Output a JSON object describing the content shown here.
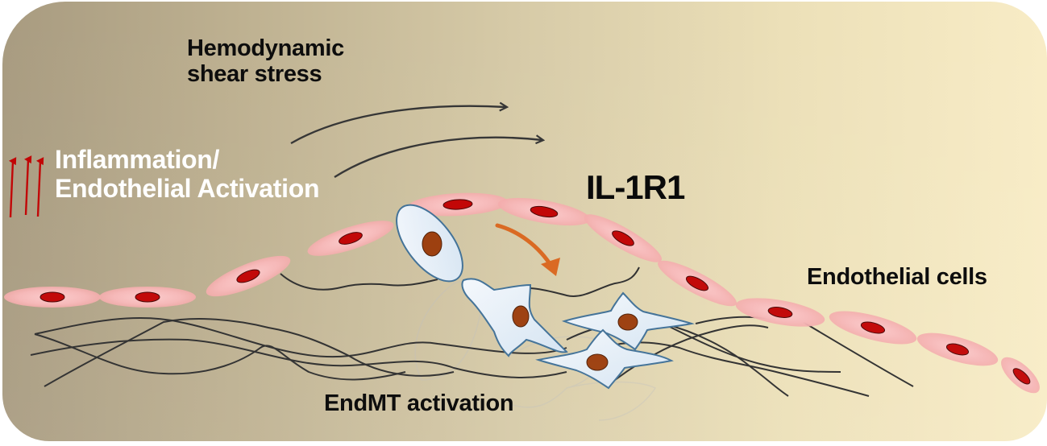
{
  "figure": {
    "labels": {
      "shear_stress_line1": "Hemodynamic",
      "shear_stress_line2": "shear stress",
      "inflammation_line1": "Inflammation/",
      "inflammation_line2": "Endothelial Activation",
      "receptor": "IL-1R1",
      "endothelial_cells": "Endothelial cells",
      "endmt": "EndMT activation"
    },
    "indicators": {
      "inflammation_up_arrows": 3
    },
    "colors": {
      "background_left": "#a89b80",
      "background_right": "#f8ecc6",
      "endothelial_cell": "#f7b8b8",
      "endothelial_nucleus": "#c00000",
      "mesenchymal_cell": "#e4eef8",
      "mesenchymal_outline": "#3d6e95",
      "mesenchymal_nucleus": "#9a3a08",
      "transition_arrow": "#d9651c",
      "inflammation_arrows": "#c00000",
      "flow_arrows": "#333333",
      "fibers": "#2a2a2a"
    }
  }
}
